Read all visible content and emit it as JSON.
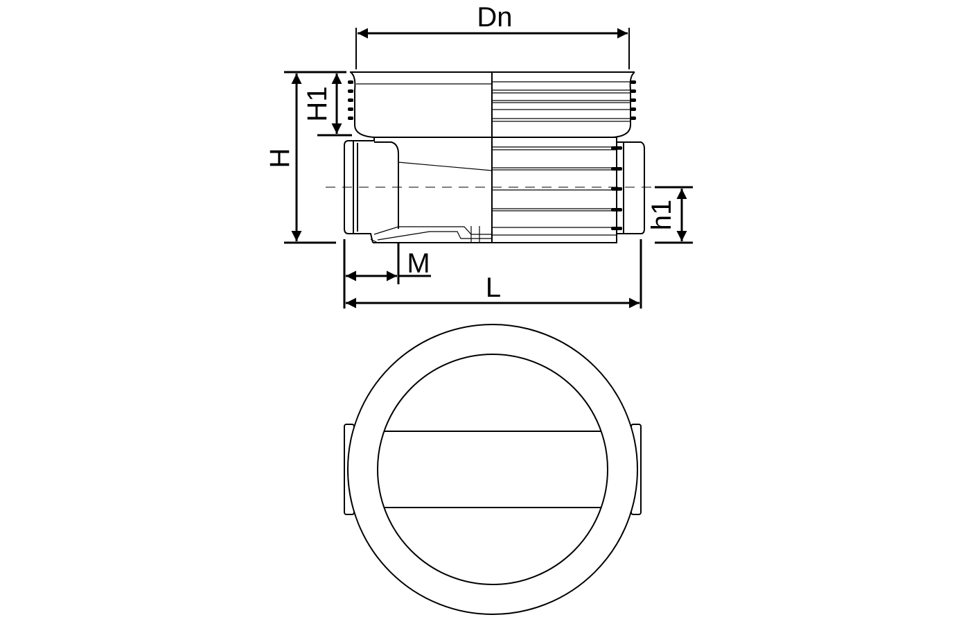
{
  "labels": {
    "dn": "Dn",
    "h_total": "H",
    "h1_upper": "H1",
    "h1_lower": "h1",
    "m": "M",
    "l": "L"
  },
  "colors": {
    "line": "#000000",
    "background": "#ffffff"
  }
}
